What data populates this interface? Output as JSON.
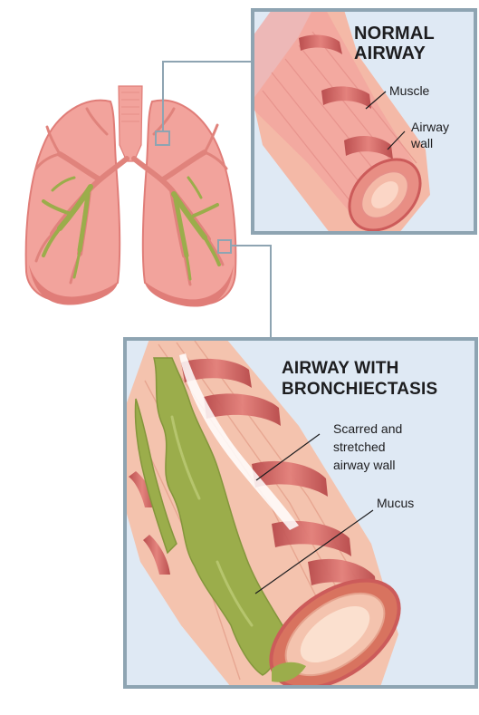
{
  "panels": {
    "normal": {
      "title_line1": "NORMAL",
      "title_line2": "AIRWAY",
      "labels": {
        "muscle": "Muscle",
        "airway_wall_line1": "Airway",
        "airway_wall_line2": "wall"
      }
    },
    "bronchiectasis": {
      "title_line1": "AIRWAY WITH",
      "title_line2": "BRONCHIECTASIS",
      "labels": {
        "scarred_line1": "Scarred and",
        "scarred_line2": "stretched",
        "scarred_line3": "airway wall",
        "mucus": "Mucus"
      }
    }
  },
  "colors": {
    "panel_background": "#dfe9f4",
    "panel_border": "#8ea4b2",
    "lung_fill": "#f2a39c",
    "lung_edge": "#e07d78",
    "bronchi": "#e0837c",
    "muscle": "#cc5b5a",
    "airway_wall": "#f4b9a7",
    "mucus": "#9bad4b"
  }
}
